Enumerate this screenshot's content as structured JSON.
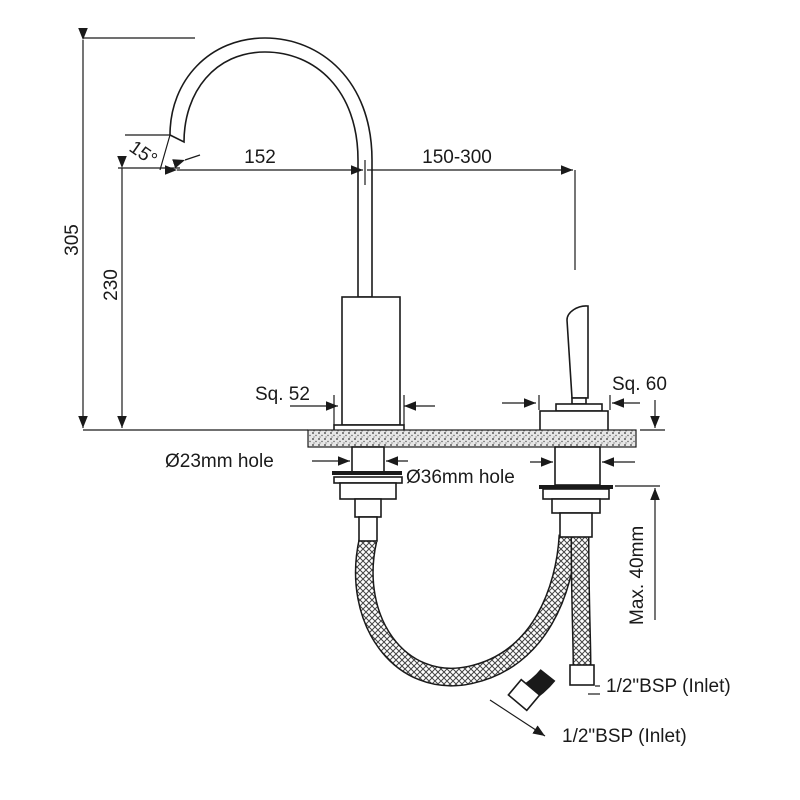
{
  "dimensions": {
    "total_height": "305",
    "spout_height": "230",
    "spout_angle": "15°",
    "spout_reach": "152",
    "handle_spacing": "150-300",
    "spout_base": "Sq. 52",
    "handle_base": "Sq. 60",
    "spout_hole": "Ø23mm hole",
    "handle_hole": "Ø36mm hole",
    "max_thickness": "Max. 40mm",
    "inlet_right": "1/2\"BSP (Inlet)",
    "inlet_left": "1/2\"BSP (Inlet)"
  },
  "colors": {
    "line": "#1a1a1a",
    "countertop": "#bdbdbd"
  }
}
